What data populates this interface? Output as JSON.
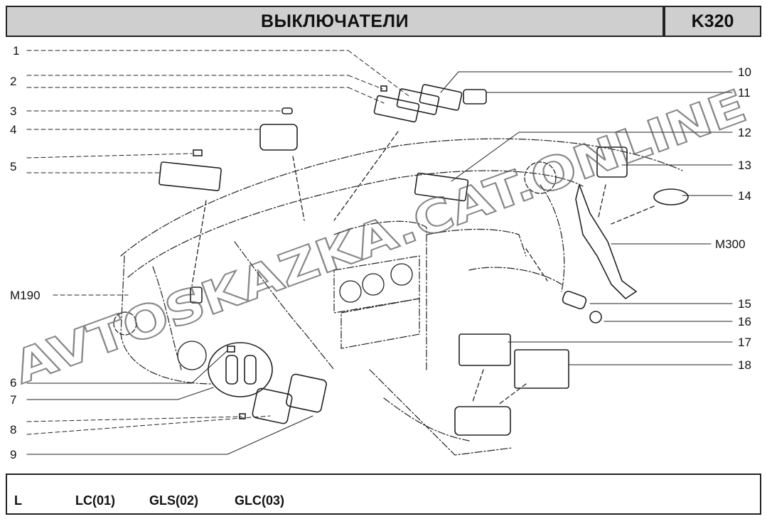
{
  "header": {
    "title": "ВЫКЛЮЧАТЕЛИ",
    "code": "K320"
  },
  "callouts": {
    "c1": "1",
    "c2": "2",
    "c3": "3",
    "c4": "4",
    "c5": "5",
    "c6": "6",
    "c7": "7",
    "c8": "8",
    "c9": "9",
    "c10": "10",
    "c11": "11",
    "c12": "12",
    "c13": "13",
    "c14": "14",
    "c15": "15",
    "c16": "16",
    "c17": "17",
    "c18": "18",
    "m190": "M190",
    "m300": "M300"
  },
  "footer": {
    "l": "L",
    "lc": "LC(01)",
    "gls": "GLS(02)",
    "glc": "GLC(03)"
  },
  "watermark": {
    "text": "AVTOSKAZKA.CAT.ONLINE"
  }
}
